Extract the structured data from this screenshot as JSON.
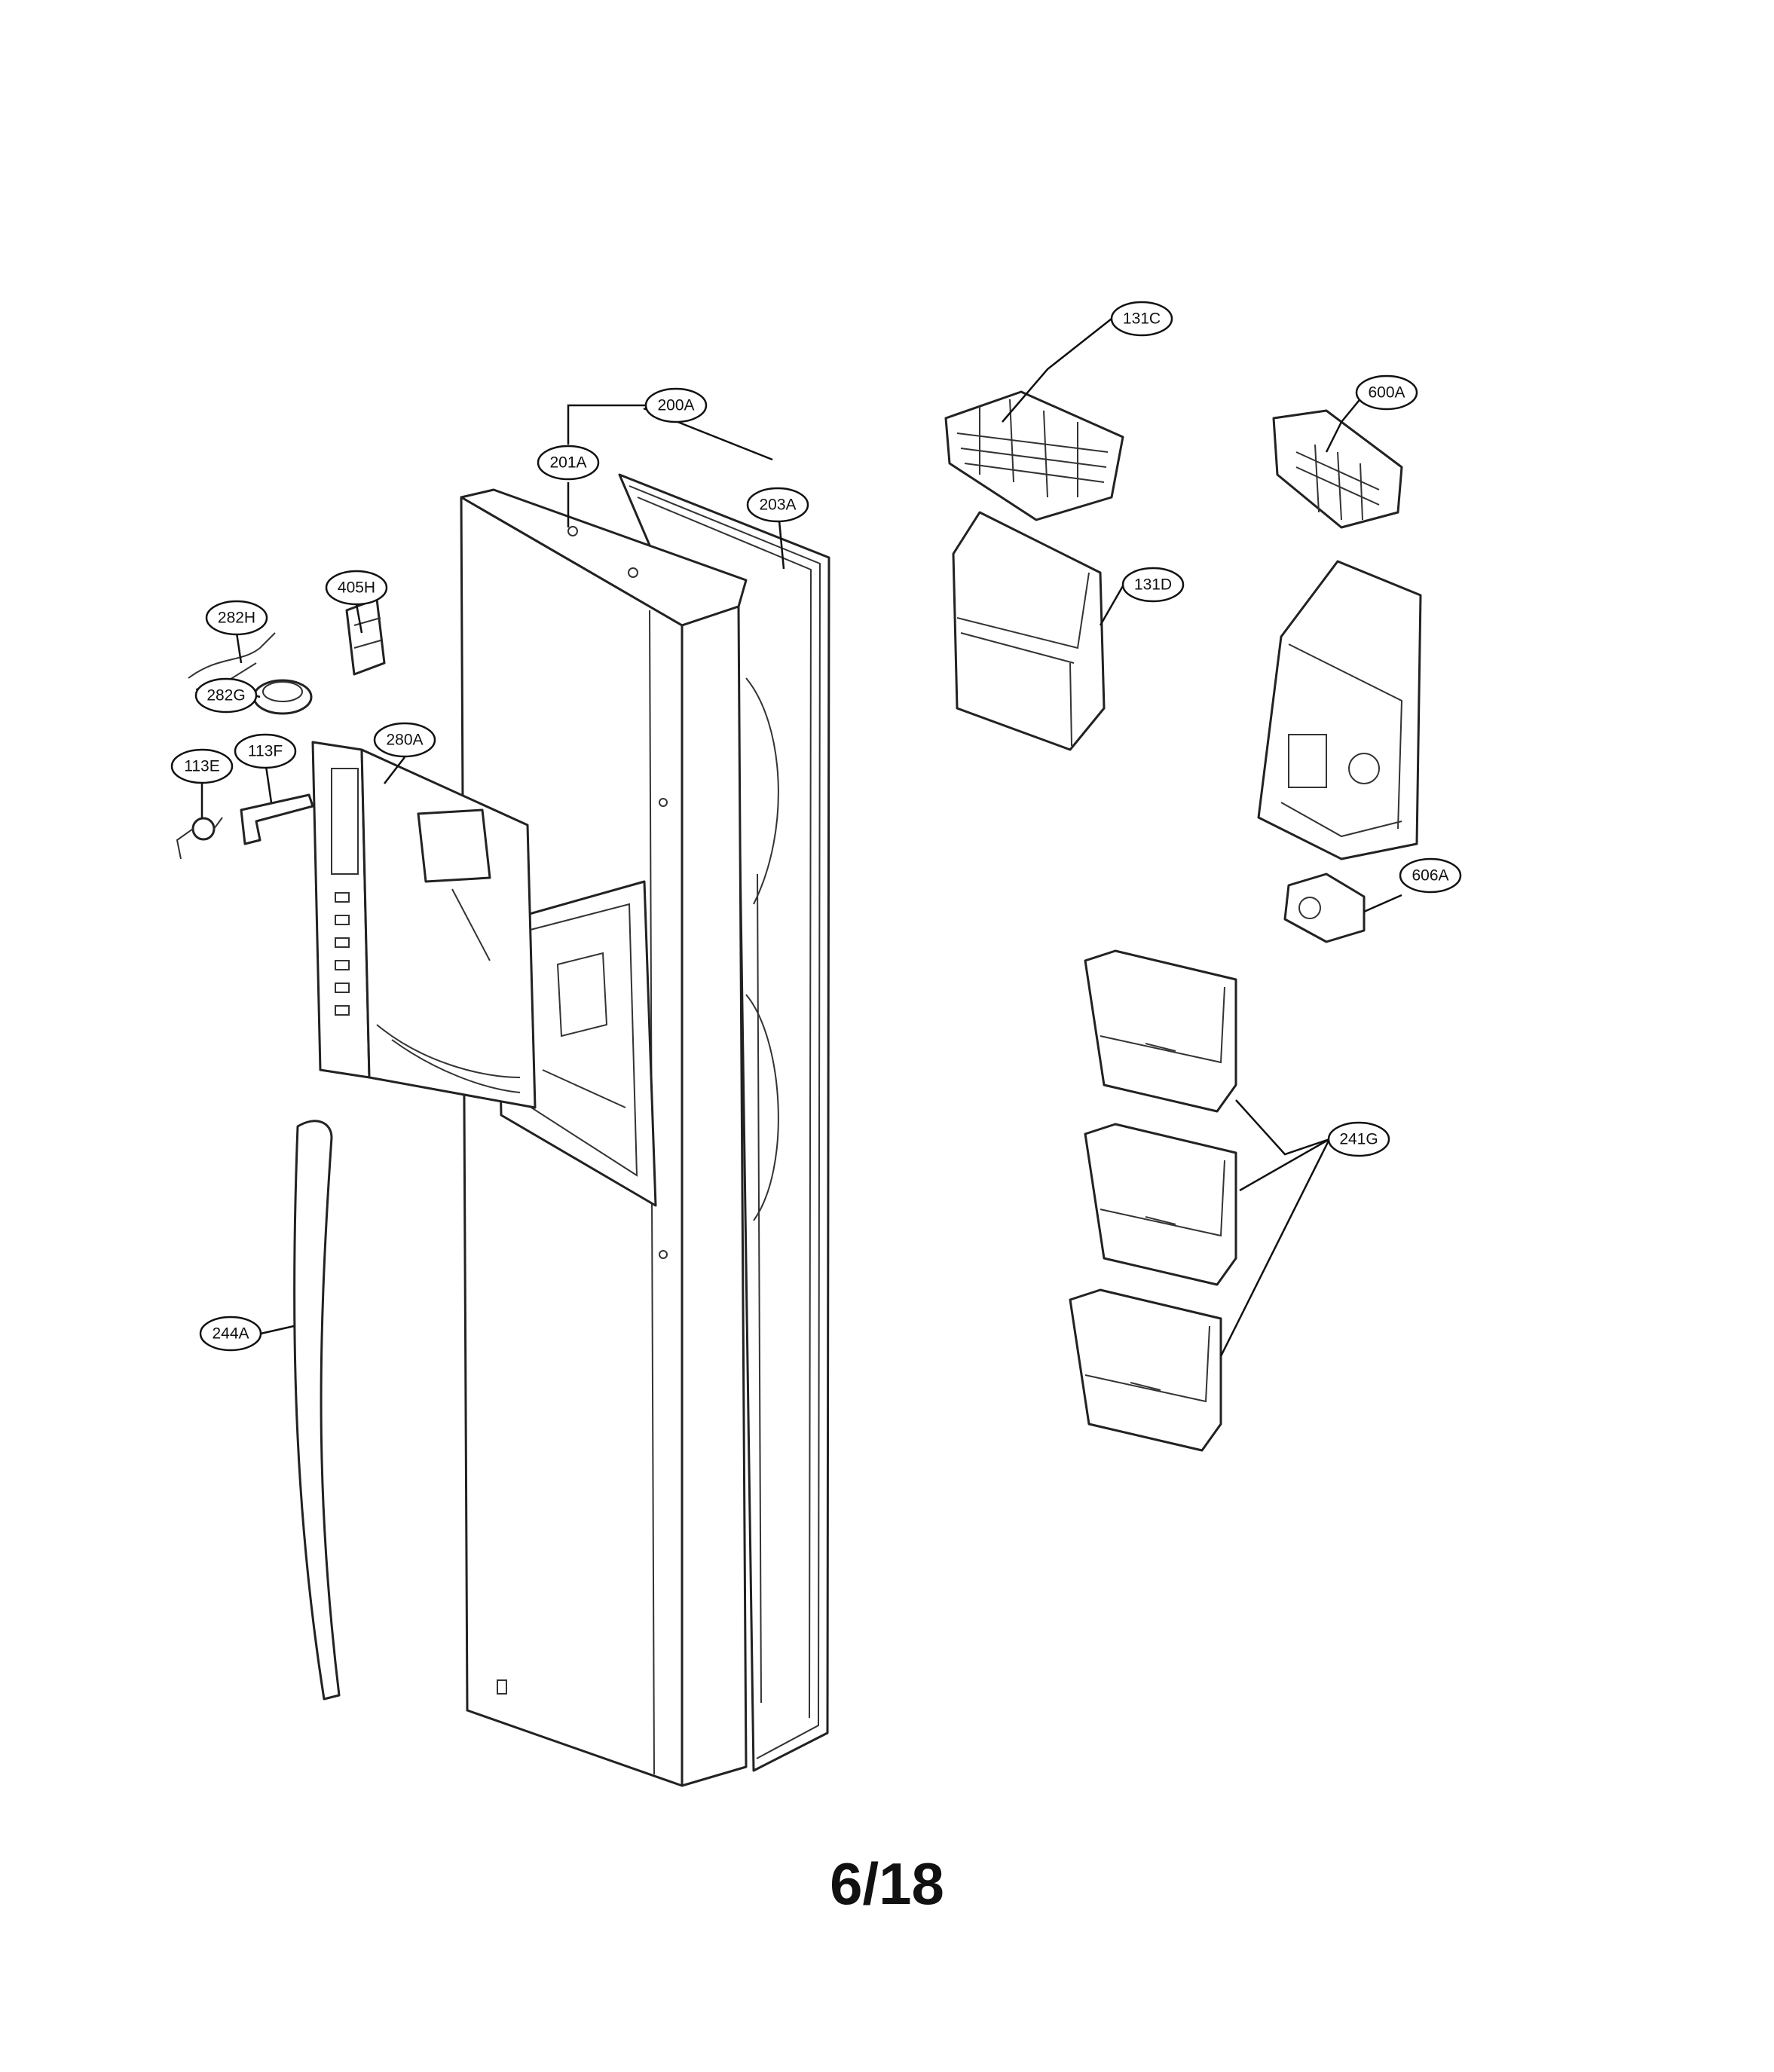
{
  "callouts": [
    {
      "id": "131C",
      "label": "131C"
    },
    {
      "id": "600A",
      "label": "600A"
    },
    {
      "id": "200A",
      "label": "200A"
    },
    {
      "id": "201A",
      "label": "201A"
    },
    {
      "id": "203A",
      "label": "203A"
    },
    {
      "id": "131D",
      "label": "131D"
    },
    {
      "id": "405H",
      "label": "405H"
    },
    {
      "id": "282H",
      "label": "282H"
    },
    {
      "id": "282G",
      "label": "282G"
    },
    {
      "id": "280A",
      "label": "280A"
    },
    {
      "id": "113E",
      "label": "113E"
    },
    {
      "id": "113F",
      "label": "113F"
    },
    {
      "id": "606A",
      "label": "606A"
    },
    {
      "id": "241G",
      "label": "241G"
    },
    {
      "id": "244A",
      "label": "244A"
    }
  ],
  "page_number": "6/18"
}
